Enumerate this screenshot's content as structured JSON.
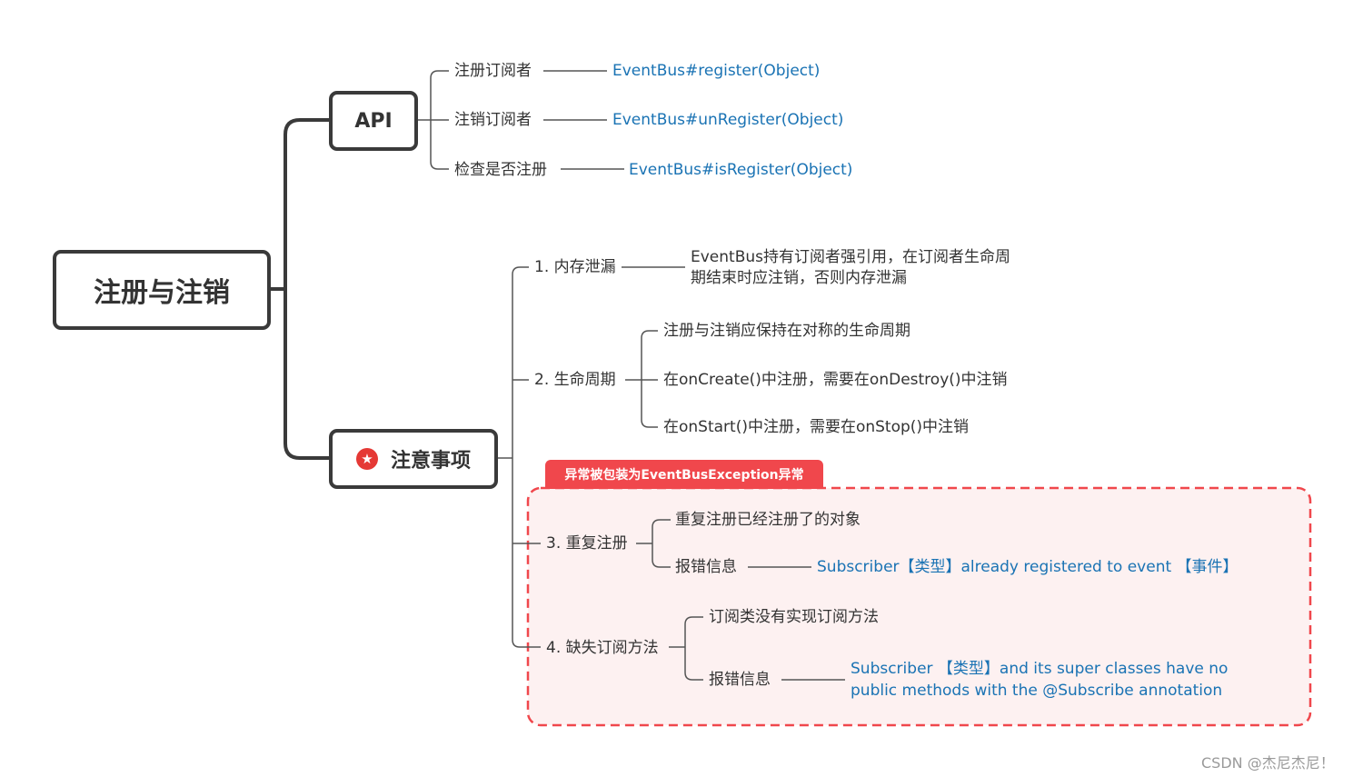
{
  "root": {
    "label": "注册与注销"
  },
  "api": {
    "label": "API",
    "items": [
      {
        "label": "注册订阅者",
        "value": "EventBus#register(Object)"
      },
      {
        "label": "注销订阅者",
        "value": "EventBus#unRegister(Object)"
      },
      {
        "label": "检查是否注册",
        "value": "EventBus#isRegister(Object)"
      }
    ]
  },
  "notes": {
    "label": "注意事项",
    "icon": "star-icon",
    "memory": {
      "label": "1. 内存泄漏",
      "desc_line1": "EventBus持有订阅者强引用，在订阅者生命周",
      "desc_line2": "期结束时应注销，否则内存泄漏"
    },
    "lifecycle": {
      "label": "2. 生命周期",
      "items": [
        "注册与注销应保持在对称的生命周期",
        "在onCreate()中注册，需要在onDestroy()中注销",
        "在onStart()中注册，需要在onStop()中注销"
      ]
    },
    "exception": {
      "badge": "异常被包装为EventBusException异常",
      "duplicate": {
        "label": "3. 重复注册",
        "desc": "重复注册已经注册了的对象",
        "error_label": "报错信息",
        "error_value": "Subscriber【类型】already registered to event 【事件】"
      },
      "missing": {
        "label": "4. 缺失订阅方法",
        "desc": "订阅类没有实现订阅方法",
        "error_label": "报错信息",
        "error_line1": "Subscriber 【类型】and its super classes have no",
        "error_line2": "public methods with the @Subscribe annotation"
      }
    }
  },
  "watermark": "CSDN @杰尼杰尼！",
  "colors": {
    "accent_blue": "#1a73b4",
    "exception_red": "#f0474c",
    "node_border": "#3a3a3a"
  }
}
